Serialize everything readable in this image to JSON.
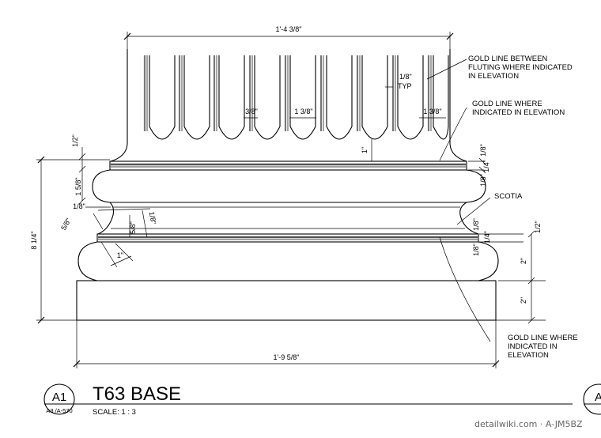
{
  "dims": {
    "top_width": "1'-4 3/8\"",
    "bottom_width": "1'-9 5/8\"",
    "total_height": "8 1/4\"",
    "gold_width": "1/8\"",
    "gold_typ": "TYP",
    "flute_space": "3/8\"",
    "flute_width_a": "1 3/8\"",
    "flute_width_b": "1 3/8\"",
    "one_inch_a": "1\"",
    "one_inch_b": "1\"",
    "half_inch_a": "1/2\"",
    "half_inch_b": "1/2\"",
    "one_five_eighths": "1 5/8\"",
    "eighth_left": "1/8\"",
    "left_small_a": "5/8\"",
    "left_small_b": "5/8\"",
    "left_small_c": "1/8\"",
    "right_eighth_a": "1/8\"",
    "right_eighth_b": "1/8\"",
    "right_quarter_a": "1/4\"",
    "right_eighth_c": "1/8\"",
    "right_eighth_d": "1/8\"",
    "right_quarter_b": "1/4\"",
    "two_inch_a": "2\"",
    "two_inch_b": "2\""
  },
  "notes": {
    "gold_between": [
      "GOLD LINE BETWEEN",
      "FLUTING WHERE INDICATED",
      "IN ELEVATION"
    ],
    "gold_where": [
      "GOLD LINE WHERE",
      "INDICATED IN ELEVATION"
    ],
    "scotia": "SCOTIA",
    "gold_lower": [
      "GOLD LINE WHERE",
      "INDICATED IN",
      "ELEVATION"
    ]
  },
  "title_block": {
    "tag_number": "A1",
    "tag_sheet": "A3 /A-570",
    "title": "T63 BASE",
    "scale": "SCALE: 1 : 3",
    "next_tag": "A"
  },
  "watermark": "detailwiki.com · A-JM5BZ"
}
